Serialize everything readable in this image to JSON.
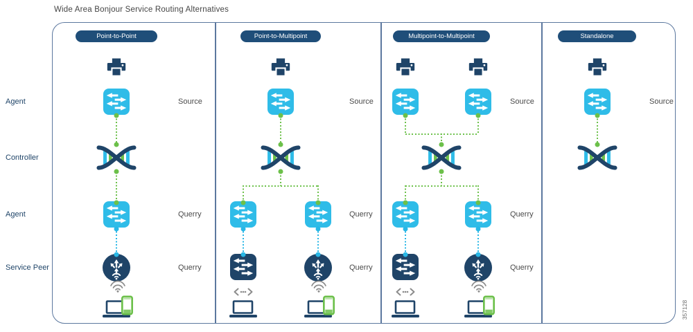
{
  "header": {
    "title": "Wide Area Bonjour Service Routing Alternatives"
  },
  "figure_number": "357128",
  "rows": {
    "agent_top": "Agent",
    "controller": "Controller",
    "agent_bottom": "Agent",
    "service_peer": "Service Peer"
  },
  "panels": [
    {
      "label": "Point-to-Point",
      "source_label": "Source",
      "querry_agent_label": "Querry",
      "querry_peer_label": "Querry"
    },
    {
      "label": "Point-to-Multipoint",
      "source_label": "Source",
      "querry_agent_label": "Querry",
      "querry_peer_label": "Querry"
    },
    {
      "label": "Multipoint-to-Multipoint",
      "source_label": "Source",
      "querry_agent_label": "Querry",
      "querry_peer_label": "Querry"
    },
    {
      "label": "Standalone",
      "source_label": "Source"
    }
  ],
  "icons": {
    "printer": "printer-icon",
    "agent_switch": "switch-icon",
    "controller": "dna-controller-icon",
    "service_peer_switch": "switch-icon",
    "wireless_service_peer": "wireless-arrows-icon",
    "wifi": "wifi-icon",
    "wired": "wired-link-icon",
    "laptop": "laptop-icon",
    "phone": "smartphone-icon"
  },
  "colors": {
    "navy": "#1F4468",
    "pill_navy": "#1F4E79",
    "cyan": "#2FBCE8",
    "green": "#6CC04A",
    "border": "#5B779E",
    "gray_icon": "#8C8C8C",
    "label_text": "#4A4A4A"
  }
}
